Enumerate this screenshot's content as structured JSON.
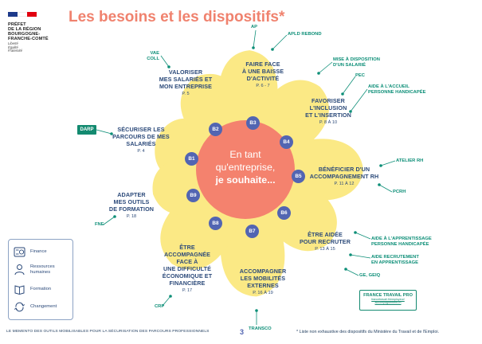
{
  "header": {
    "title": "Les besoins et les dispositifs*",
    "logo_text": [
      "PRÉFET",
      "DE LA RÉGION",
      "BOURGOGNE-",
      "FRANCHE-COMTÉ"
    ],
    "logo_motto": [
      "Liberté",
      "Égalité",
      "Fraternité"
    ]
  },
  "center": {
    "line1": "En tant",
    "line2": "qu'entreprise,",
    "line3": "je souhaite..."
  },
  "petals": [
    {
      "id": "B1",
      "lines": [
        "SÉCURISER LES",
        "PARCOURS DE MES",
        "SALARIÉS"
      ],
      "page": "P. 4"
    },
    {
      "id": "B2",
      "lines": [
        "VALORISER",
        "MES SALARIÉS ET",
        "MON ENTREPRISE"
      ],
      "page": "P. 5"
    },
    {
      "id": "B3",
      "lines": [
        "FAIRE FACE",
        "À UNE BAISSE",
        "D'ACTIVITÉ"
      ],
      "page": "P. 6 - 7"
    },
    {
      "id": "B4",
      "lines": [
        "FAVORISER",
        "L'INCLUSION",
        "ET L'INSERTION"
      ],
      "page": "P. 8 À 10"
    },
    {
      "id": "B5",
      "lines": [
        "BÉNÉFICIER D'UN",
        "ACCOMPAGNEMENT RH"
      ],
      "page": "P. 11 À 12"
    },
    {
      "id": "B6",
      "lines": [
        "ÊTRE AIDÉE",
        "POUR RECRUTER"
      ],
      "page": "P. 13 À 15"
    },
    {
      "id": "B7",
      "lines": [
        "ACCOMPAGNER",
        "LES MOBILITÉS",
        "EXTERNES"
      ],
      "page": "P. 16 À 19"
    },
    {
      "id": "B8",
      "lines": [
        "ÊTRE",
        "ACCOMPAGNÉE",
        "FACE À",
        "UNE DIFFICULTÉ",
        "ÉCONOMIQUE ET",
        "FINANCIÈRE"
      ],
      "page": "P. 17"
    },
    {
      "id": "B9",
      "lines": [
        "ADAPTER",
        "MES OUTILS",
        "DE FORMATION"
      ],
      "page": "P. 18"
    }
  ],
  "schemes": {
    "ap": "AP",
    "apld": "APLD REBOND",
    "vae": [
      "VAE",
      "COLL"
    ],
    "mad": [
      "MISE À DISPOSITION",
      "D'UN SALARIÉ"
    ],
    "pec": "PEC",
    "aide_handi": [
      "AIDE À L'ACCUEIL",
      "PERSONNE HANDICAPÉE"
    ],
    "darp": "DARP",
    "atelier": "ATELIER RH",
    "pcrh": "PCRH",
    "fne": "FNE",
    "aide_appr": [
      "AIDE À L'APPRENTISSAGE",
      "PERSONNE HANDICAPÉE"
    ],
    "aide_recr": [
      "AIDE RECRUTEMENT",
      "EN APPRENTISSAGE"
    ],
    "ge": "GE, GEIQ",
    "crp": "CRP",
    "transco": "TRANSCO",
    "ftp_title": "FRANCE TRAVAIL PRO",
    "ftp_url": [
      "francetravail.fr/employeur/",
      "accompagnement-rh"
    ]
  },
  "legend": [
    {
      "icon": "euro-icon",
      "label": [
        "Finance"
      ]
    },
    {
      "icon": "person-icon",
      "label": [
        "Ressources",
        "humaines"
      ]
    },
    {
      "icon": "book-icon",
      "label": [
        "Formation"
      ]
    },
    {
      "icon": "cycle-icon",
      "label": [
        "Changement"
      ]
    }
  ],
  "footer": {
    "left": "LE MEMENTO DES OUTILS MOBILISABLES POUR LA SÉCURISATION DES PARCOURS PROFESSIONNELS",
    "page": "3",
    "right": "* Liste non exhaustive des dispositifs du Ministère du Travail et de l'Emploi."
  },
  "colors": {
    "petal": "#fbe985",
    "center": "#f4826e",
    "badge": "#5265b2",
    "title": "#f0826e",
    "scheme": "#0e8f78"
  }
}
